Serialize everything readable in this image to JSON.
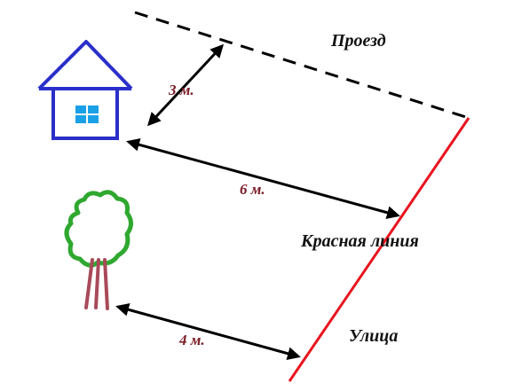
{
  "labels": {
    "proezd": "Проезд",
    "krasnaya_liniya": "Красная линия",
    "ulitsa": "Улица"
  },
  "distances": {
    "house_to_proezd": "3 м.",
    "house_to_red_line": "6 м.",
    "tree_to_red_line": "4 м."
  },
  "colors": {
    "red_line": "#e8141e",
    "dashed_line": "#000000",
    "arrow": "#000000",
    "house": "#2b2fc9",
    "window": "#1aa0e6",
    "tree_crown": "#2fa82f",
    "trunk": "#a84a5a",
    "distance_text": "#7a1a24"
  }
}
